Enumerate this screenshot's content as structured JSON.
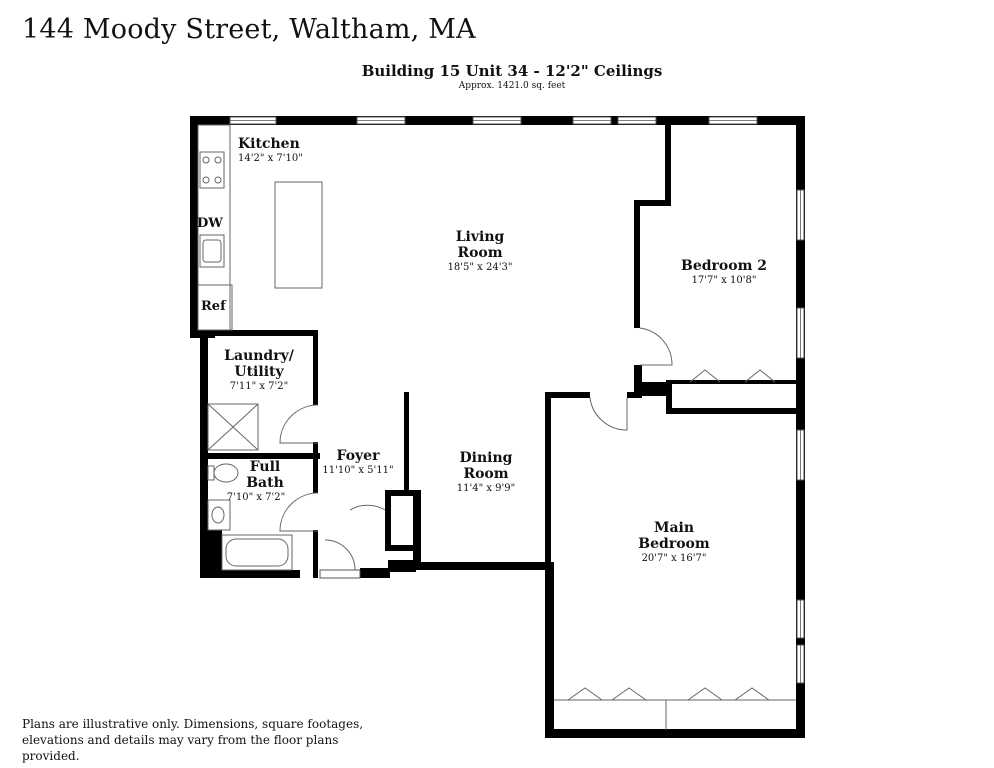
{
  "header": {
    "address": "144 Moody Street, Waltham, MA",
    "subtitle": "Building 15 Unit 34 - 12'2\" Ceilings",
    "area": "Approx. 1421.0 sq. feet"
  },
  "rooms": {
    "kitchen": {
      "name": "Kitchen",
      "dims": "14'2\" x 7'10\""
    },
    "living": {
      "name_line1": "Living",
      "name_line2": "Room",
      "dims": "18'5\" x 24'3\""
    },
    "bedroom2": {
      "name": "Bedroom 2",
      "dims": "17'7\" x 10'8\""
    },
    "laundry": {
      "name_line1": "Laundry/",
      "name_line2": "Utility",
      "dims": "7'11\" x 7'2\""
    },
    "foyer": {
      "name": "Foyer",
      "dims": "11'10\" x 5'11\""
    },
    "dining": {
      "name_line1": "Dining",
      "name_line2": "Room",
      "dims": "11'4\" x 9'9\""
    },
    "bath": {
      "name_line1": "Full",
      "name_line2": "Bath",
      "dims": "7'10\" x 7'2\""
    },
    "main_bedroom": {
      "name_line1": "Main",
      "name_line2": "Bedroom",
      "dims": "20'7\" x 16'7\""
    }
  },
  "fixtures": {
    "dishwasher": "DW",
    "refrigerator": "Ref"
  },
  "footer": {
    "disclaimer": "Plans are illustrative only. Dimensions, square footages, elevations and details may vary from the floor plans provided."
  }
}
